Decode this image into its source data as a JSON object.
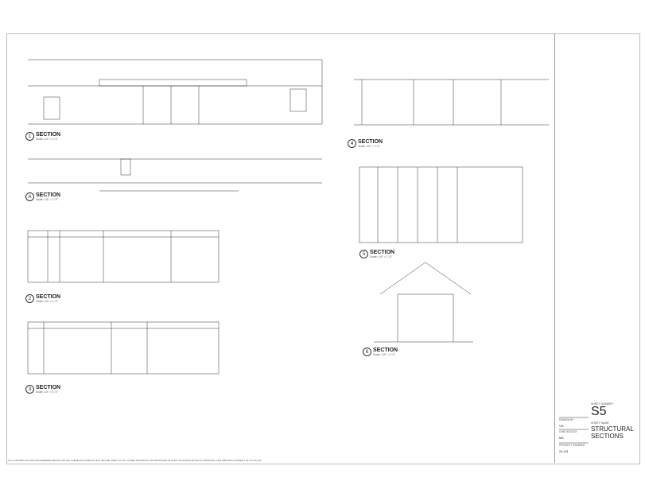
{
  "sections": [
    {
      "num": "1",
      "title": "SECTION",
      "scale": "Scale: 1/4\" = 1'-0\""
    },
    {
      "num": "A",
      "title": "SECTION",
      "scale": "Scale: 1/4\" = 1'-0\""
    },
    {
      "num": "2",
      "title": "SECTION",
      "scale": "Scale: 1/4\" = 1'-0\""
    },
    {
      "num": "3",
      "title": "SECTION",
      "scale": "Scale: 1/4\" = 1'-0\""
    },
    {
      "num": "4",
      "title": "SECTION",
      "scale": "Scale: 1/4\" = 1'-0\""
    },
    {
      "num": "5",
      "title": "SECTION",
      "scale": "Scale: 1/4\" = 1'-0\""
    },
    {
      "num": "6",
      "title": "SECTION",
      "scale": "Scale: 1/4\" = 1'-0\""
    }
  ],
  "title_block": {
    "sheet_number_label": "SHEET NUMBER",
    "sheet_number": "S5",
    "sheet_name_label": "SHEET NAME",
    "sheet_name": "STRUCTURAL SECTIONS",
    "drawn_by_label": "DRAWN BY",
    "drawn_by": "VN",
    "checked_by_label": "CHECKED BY",
    "checked_by": "MK",
    "project_number_label": "PROJECT NUMBER",
    "project_number": "24-111"
  },
  "footer": "ALL CONCEPTUAL AND ENGINEERED DESIGN WITHIN THESE DOCUMENTS MAY NOT BE USED TO ANY OTHER PROJECTS OR PRODUCED IN PART OR WHOLE WITHOUT APPROVAL AND WRITTEN CONSENT OF TAYVA INC"
}
